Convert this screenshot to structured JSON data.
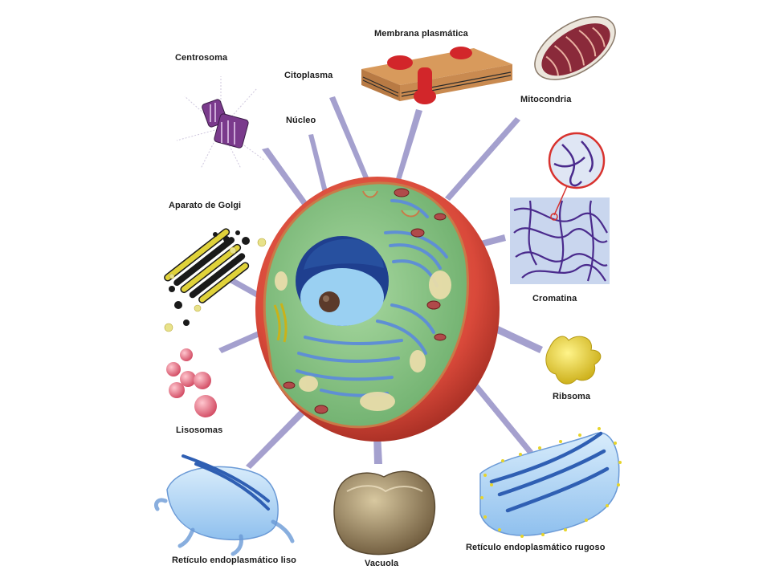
{
  "labels": {
    "centrosoma": "Centrosoma",
    "citoplasma": "Citoplasma",
    "membrana": "Membrana plasmática",
    "mitocondria": "Mitocondria",
    "nucleo": "Núcleo",
    "golgi": "Aparato de Golgi",
    "cromatina": "Cromatina",
    "ribosoma": "Ribsoma",
    "lisosomas": "Lisosomas",
    "rel": "Retículo endoplasmático liso",
    "vacuola": "Vacuola",
    "rer": "Retículo endoplasmático rugoso"
  },
  "colors": {
    "pointer": "#9b96c9",
    "cytoplasm": "#8fc98a",
    "outer_shell": "#d9493a",
    "nucleus": "#2f5fb3",
    "er": "#6b9ad6",
    "vacuole": "#e8dcaa",
    "golgi": "#e0d23a",
    "lysosome": "#e06a7a",
    "ribosome": "#e7d42a",
    "chromatin": "#5a2a8c"
  }
}
